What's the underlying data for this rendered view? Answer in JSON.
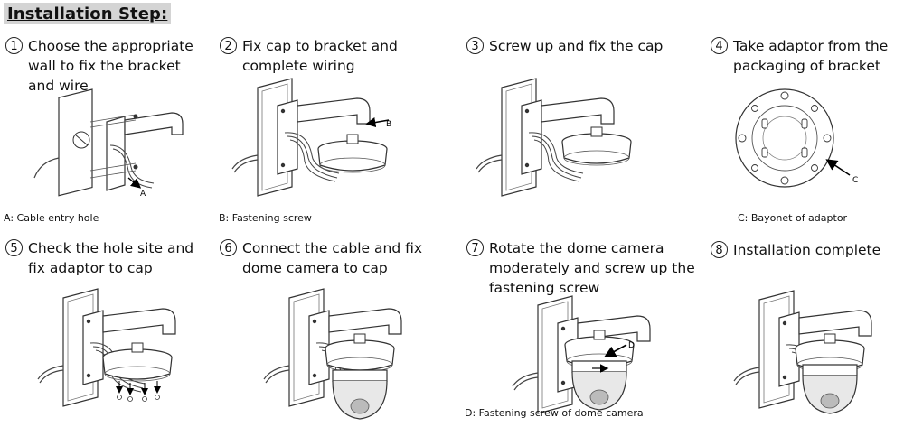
{
  "heading": "Installation Step:",
  "steps": [
    {
      "num": "1",
      "line1": "Choose the appropriate",
      "line2": "wall to fix the bracket",
      "line3": "and wire",
      "caption": "A: Cable entry hole",
      "label": "A"
    },
    {
      "num": "2",
      "line1": "Fix cap to bracket and",
      "line2": "complete wiring",
      "caption": "B: Fastening screw",
      "label": "B"
    },
    {
      "num": "3",
      "line1": "Screw up and fix the cap"
    },
    {
      "num": "4",
      "line1": "Take adaptor from the",
      "line2": "packaging of bracket",
      "caption": "C: Bayonet of adaptor",
      "label": "C"
    },
    {
      "num": "5",
      "line1": "Check the hole site and",
      "line2": "fix adaptor to cap"
    },
    {
      "num": "6",
      "line1": "Connect the cable and fix",
      "line2": "dome camera to cap"
    },
    {
      "num": "7",
      "line1": "Rotate the dome camera",
      "line2": "moderately and screw up the",
      "line3": "fastening screw",
      "caption": "D: Fastening screw of dome camera",
      "label": "D"
    },
    {
      "num": "8",
      "line1": "Installation complete"
    }
  ]
}
